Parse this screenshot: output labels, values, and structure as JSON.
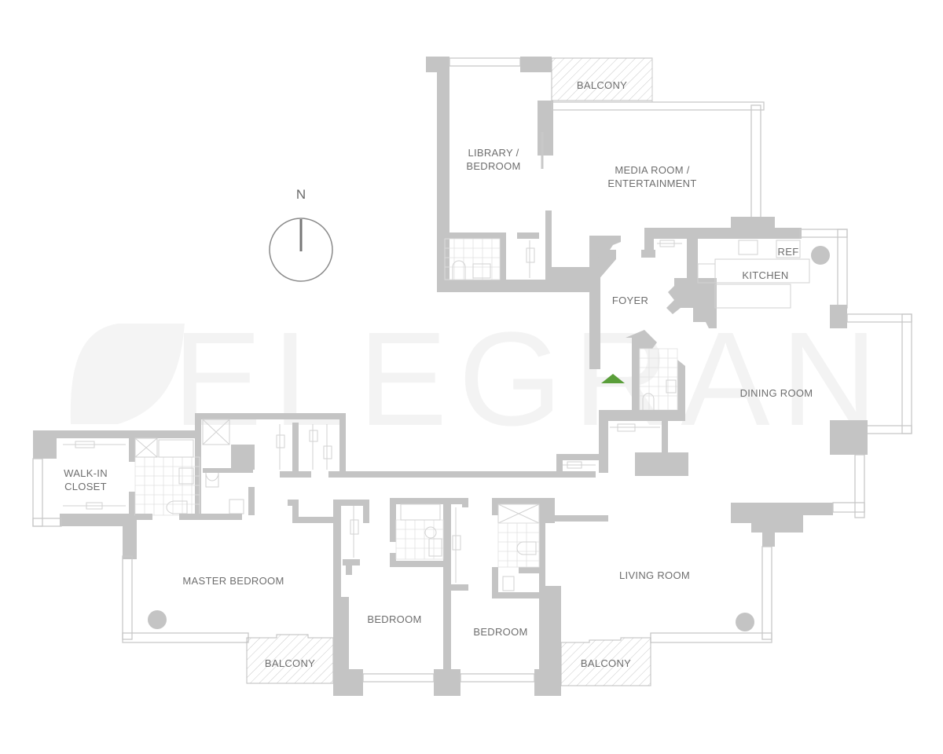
{
  "watermark": {
    "text": "ELEGRAN",
    "logo_icon": "leaf-logo-icon"
  },
  "compass": {
    "label": "N",
    "icon": "north-arrow-icon"
  },
  "entry_marker": {
    "icon": "entry-triangle-icon",
    "color": "#5a9e3a"
  },
  "colors": {
    "wall": "#c4c4c4",
    "label": "#6e6e6e",
    "background": "#ffffff",
    "entry": "#5a9e3a"
  },
  "rooms": {
    "balcony_north": "BALCONY",
    "library_line1": "LIBRARY /",
    "library_line2": "BEDROOM",
    "media_line1": "MEDIA ROOM /",
    "media_line2": "ENTERTAINMENT",
    "ref": "REF",
    "kitchen": "KITCHEN",
    "foyer": "FOYER",
    "dining": "DINING ROOM",
    "walkin_line1": "WALK-IN",
    "walkin_line2": "CLOSET",
    "master": "MASTER BEDROOM",
    "living": "LIVING ROOM",
    "bedroom_1": "BEDROOM",
    "bedroom_2": "BEDROOM",
    "balcony_sw": "BALCONY",
    "balcony_se": "BALCONY"
  }
}
